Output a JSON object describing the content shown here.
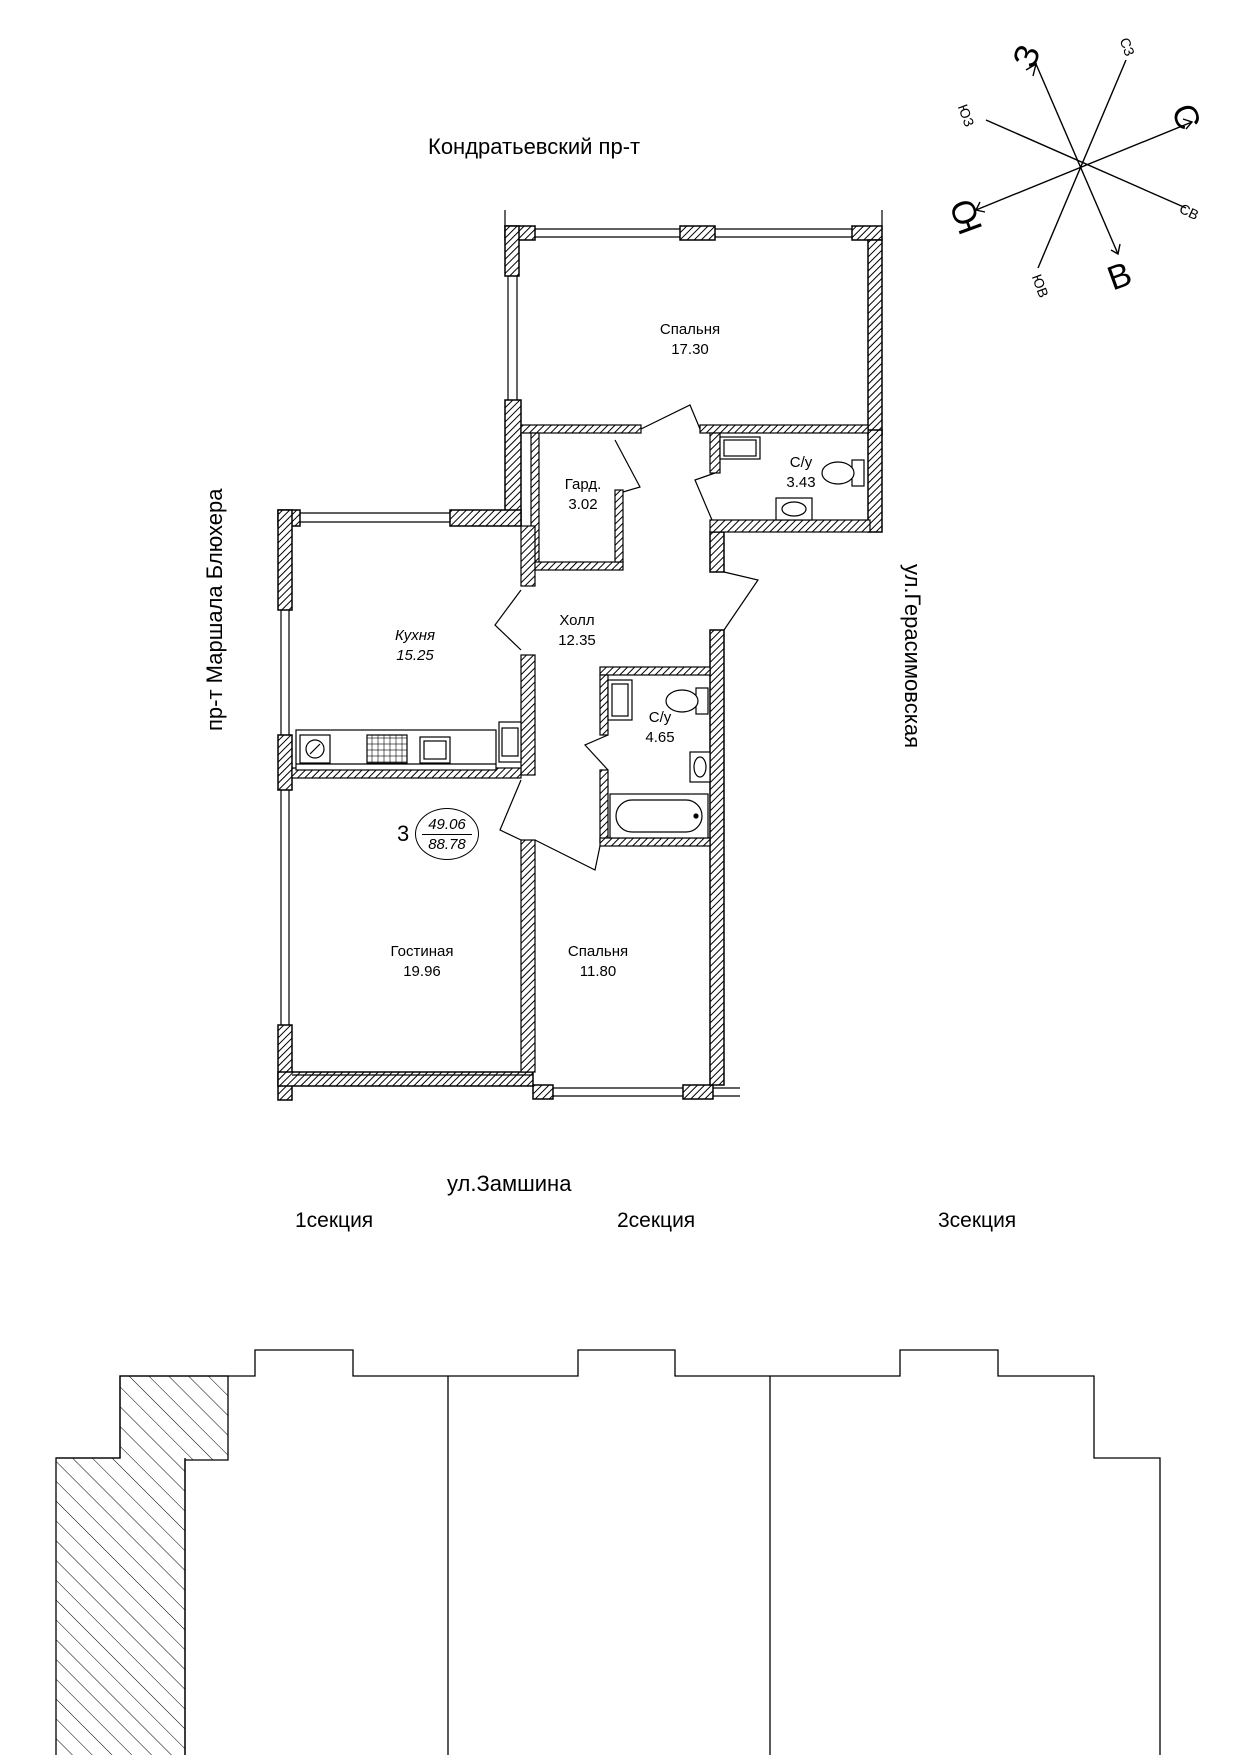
{
  "streets": {
    "north": "Кондратьевский пр-т",
    "west": "пр-т Маршала Блюхера",
    "east": "ул.Герасимовская",
    "south": "ул.Замшина"
  },
  "rooms": [
    {
      "id": "bedroom-1",
      "name": "Спальня",
      "area": "17.30"
    },
    {
      "id": "wardrobe",
      "name": "Гард.",
      "area": "3.02"
    },
    {
      "id": "bathroom-1",
      "name": "С/у",
      "area": "3.43"
    },
    {
      "id": "kitchen",
      "name": "Кухня",
      "area": "15.25"
    },
    {
      "id": "hall",
      "name": "Холл",
      "area": "12.35"
    },
    {
      "id": "bathroom-2",
      "name": "С/у",
      "area": "4.65"
    },
    {
      "id": "living",
      "name": "Гостиная",
      "area": "19.96"
    },
    {
      "id": "bedroom-2",
      "name": "Спальня",
      "area": "11.80"
    }
  ],
  "apartment": {
    "rooms_count": "3",
    "living_area": "49.06",
    "total_area": "88.78"
  },
  "compass": {
    "w": "З",
    "n": "С",
    "s": "Ю",
    "e": "В",
    "nw": "СЗ",
    "ne": "СВ",
    "sw": "ЮЗ",
    "se": "ЮВ"
  },
  "sections": [
    "1секция",
    "2секция",
    "3секция"
  ],
  "highlighted_section": "1секция"
}
